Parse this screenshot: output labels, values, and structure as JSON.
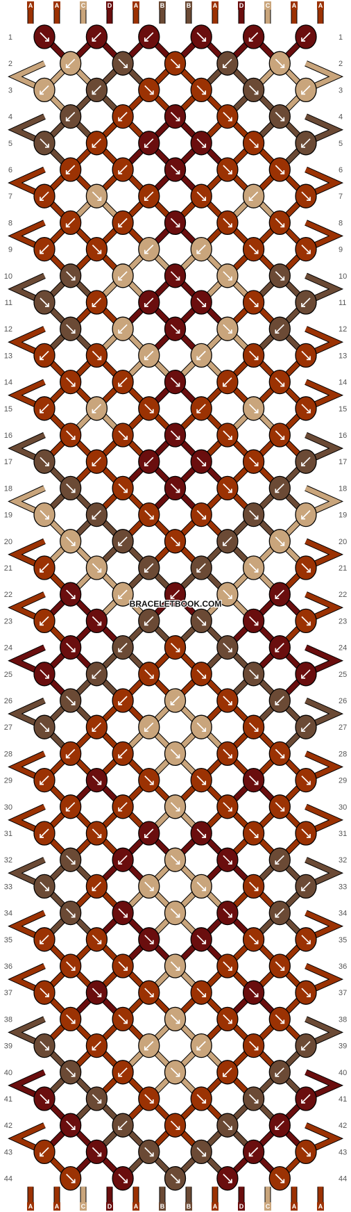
{
  "watermark": "BRACELETBOOK.COM",
  "strand_letters": [
    "A",
    "A",
    "C",
    "D",
    "A",
    "B",
    "B",
    "A",
    "D",
    "C",
    "A",
    "A"
  ],
  "colors": {
    "A": "#9b3203",
    "B": "#6b4a35",
    "C": "#c9a57c",
    "D": "#6a0e0e"
  },
  "row_labels": [
    "1",
    "2",
    "3",
    "4",
    "5",
    "6",
    "7",
    "8",
    "9",
    "10",
    "11",
    "12",
    "13",
    "14",
    "15",
    "16",
    "17",
    "18",
    "19",
    "20",
    "21",
    "22",
    "23",
    "24",
    "25",
    "26",
    "27",
    "28",
    "29",
    "30",
    "31",
    "32",
    "33",
    "34",
    "35",
    "36",
    "37",
    "38",
    "39",
    "40",
    "41",
    "42",
    "43",
    "44"
  ],
  "knot_rows": [
    "D:R D:L D:L D:R D:L D:L",
    "C:L B:R A:R B:L C:R",
    "C:L B:L A:R A:R B:R C:L",
    "B:L A:L D:R A:R B:R",
    "B:R A:L D:L D:R A:R B:L",
    "A:L A:L D:R A:R A:R",
    "A:L C:R A:L A:R C:L A:R",
    "A:L A:L D:R A:R A:R",
    "A:L A:R C:L C:L A:R A:R",
    "B:R C:L D:R C:R B:R",
    "B:R A:L D:L D:R A:R B:L",
    "B:R C:L D:R C:R B:L",
    "A:L A:R C:L C:L A:R A:R",
    "A:R A:L D:R A:L A:R",
    "A:L C:L A:R A:L C:R A:R",
    "A:R A:R D:R A:R A:R",
    "B:R A:L D:L D:R A:R B:L",
    "B:R A:R D:R A:R B:L",
    "C:R B:L A:R A:R B:R C:L",
    "C:R B:L A:R B:L C:R",
    "A:L C:R B:L B:L C:R A:R",
    "D:R C:L D:L C:R D:L",
    "A:L D:R B:L B:R D:R A:R",
    "D:R B:L A:R B:R D:L",
    "D:R B:L A:R A:R B:R D:L",
    "B:R A:L C:L A:R B:L",
    "B:R A:L C:L C:R A:R B:L",
    "A:L A:L C:R A:R A:R",
    "A:L D:R A:R A:R D:R A:R",
    "A:L A:L C:R A:R A:R",
    "A:L A:R D:L D:R A:R A:R",
    "B:R D:L C:R D:R B:L",
    "B:R A:L C:R C:R A:R B:L",
    "B:R D:R C:R D:R B:L",
    "A:L A:R D:R D:R A:R A:R",
    "A:R A:R C:R A:R A:R",
    "A:R D:R A:R A:R D:R A:R",
    "A:R A:R C:R A:R A:R",
    "B:R A:L C:L C:L A:R B:L",
    "B:R A:L C:R A:L B:L",
    "D:R B:R A:R A:R B:R D:L",
    "D:R B:L A:R B:R D:L",
    "A:L D:R B:R B:R D:L A:R",
    "A:R D:R B:R D:R A:R"
  ]
}
